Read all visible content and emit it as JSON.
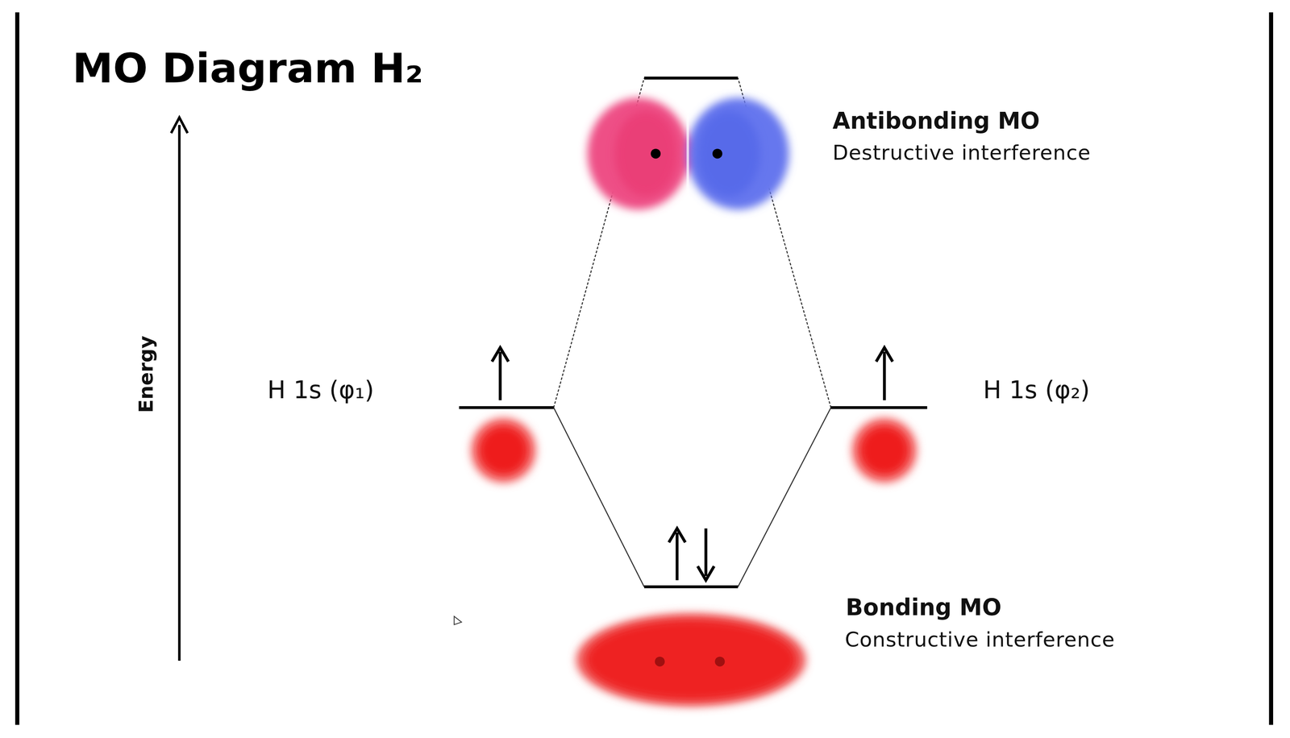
{
  "diagram": {
    "title": "MO Diagram H₂",
    "labels": [
      "Antibonding MO",
      "Destructive interference",
      "Energy",
      "H 1s (φ₁)",
      "H 1s (φ₂)",
      "Bonding MO",
      "Constructive interference"
    ]
  }
}
